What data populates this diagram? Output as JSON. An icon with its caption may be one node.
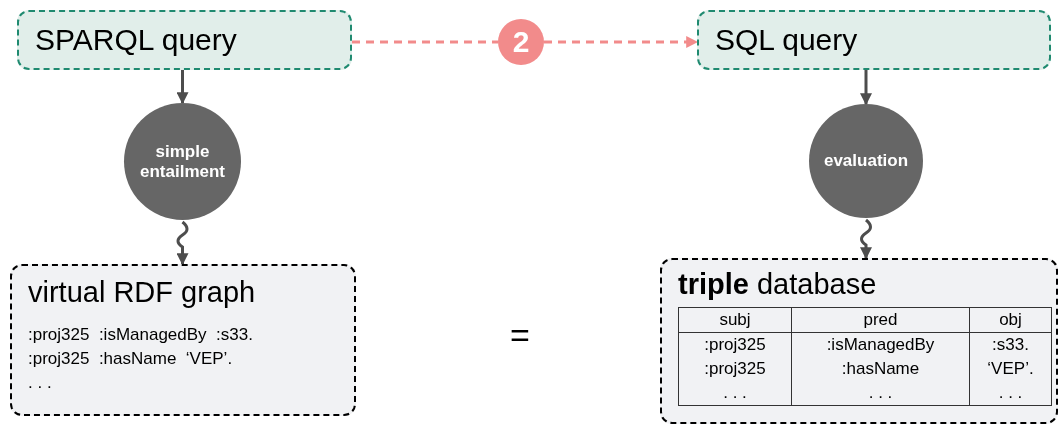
{
  "diagram": {
    "nodes": [
      {
        "text": [
          "SPARQL query"
        ]
      },
      {
        "text": [
          "2"
        ]
      },
      {
        "text": [
          "SQL query"
        ]
      },
      {
        "text": [
          "simple entailment"
        ]
      },
      {
        "text": [
          "evaluation"
        ]
      },
      {
        "text": [
          "virtual RDF graph",
          ":proj325  :isManagedBy  :s33.",
          ":proj325  :hasName  ‘VEP’.",
          ". . ."
        ]
      },
      {
        "text": [
          "**triple** database"
        ]
      }
    ],
    "edges": [
      {
        "from": 0,
        "to": 1,
        "arrow": "none",
        "style": "dashed",
        "color": "#f28b8b"
      },
      {
        "from": 1,
        "to": 2,
        "arrow": "to",
        "style": "dashed",
        "color": "#f28b8b"
      },
      {
        "from": 0,
        "to": 3,
        "arrow": "to"
      },
      {
        "from": 3,
        "to": 5,
        "arrow": "to"
      },
      {
        "from": 2,
        "to": 4,
        "arrow": "to"
      },
      {
        "from": 4,
        "to": 6,
        "arrow": "to"
      }
    ],
    "labels": [
      "=",
      "subj",
      "pred",
      "obj",
      ":proj325",
      ":isManagedBy",
      ":s33.",
      ":proj325",
      ":hasName",
      "‘VEP’.",
      ". . .",
      ". . .",
      ". . ."
    ]
  }
}
